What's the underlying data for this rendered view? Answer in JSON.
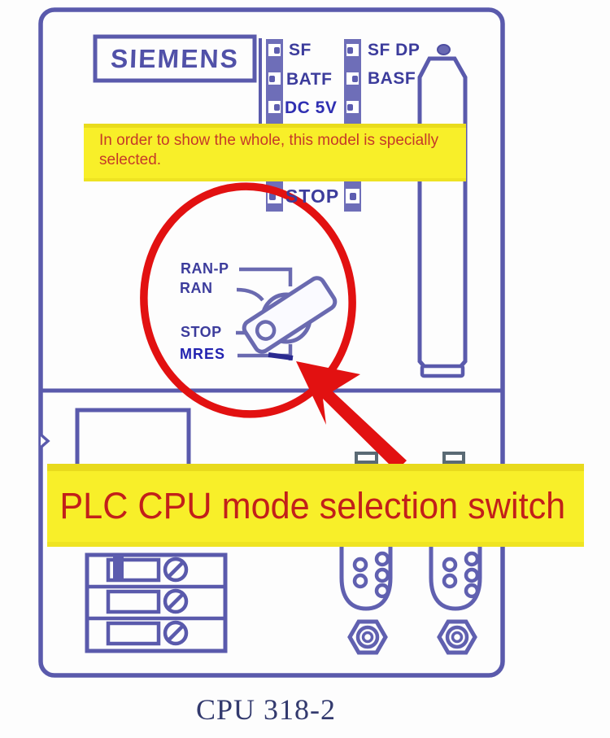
{
  "header": {
    "brand": "SIEMENS"
  },
  "leds": {
    "left": [
      "SF",
      "BATF",
      "DC 5V"
    ],
    "right": [
      "SF DP",
      "BASF"
    ],
    "stop": "STOP"
  },
  "mode_switch": {
    "positions": [
      "RAN-P",
      "RAN",
      "STOP",
      "MRES"
    ]
  },
  "callouts": {
    "note": "In order to show the whole, this model is specially selected.",
    "banner": "PLC CPU mode selection switch"
  },
  "caption": {
    "model": "CPU 318-2"
  },
  "colors": {
    "line_blue": "#5a5aac",
    "strip_fill": "#6e6eb8",
    "highlight_yellow": "#f8ef29",
    "note_text_red": "#c53a28",
    "banner_text_red": "#c2201a",
    "accent_red": "#e21111",
    "caption_navy": "#333a6e"
  }
}
